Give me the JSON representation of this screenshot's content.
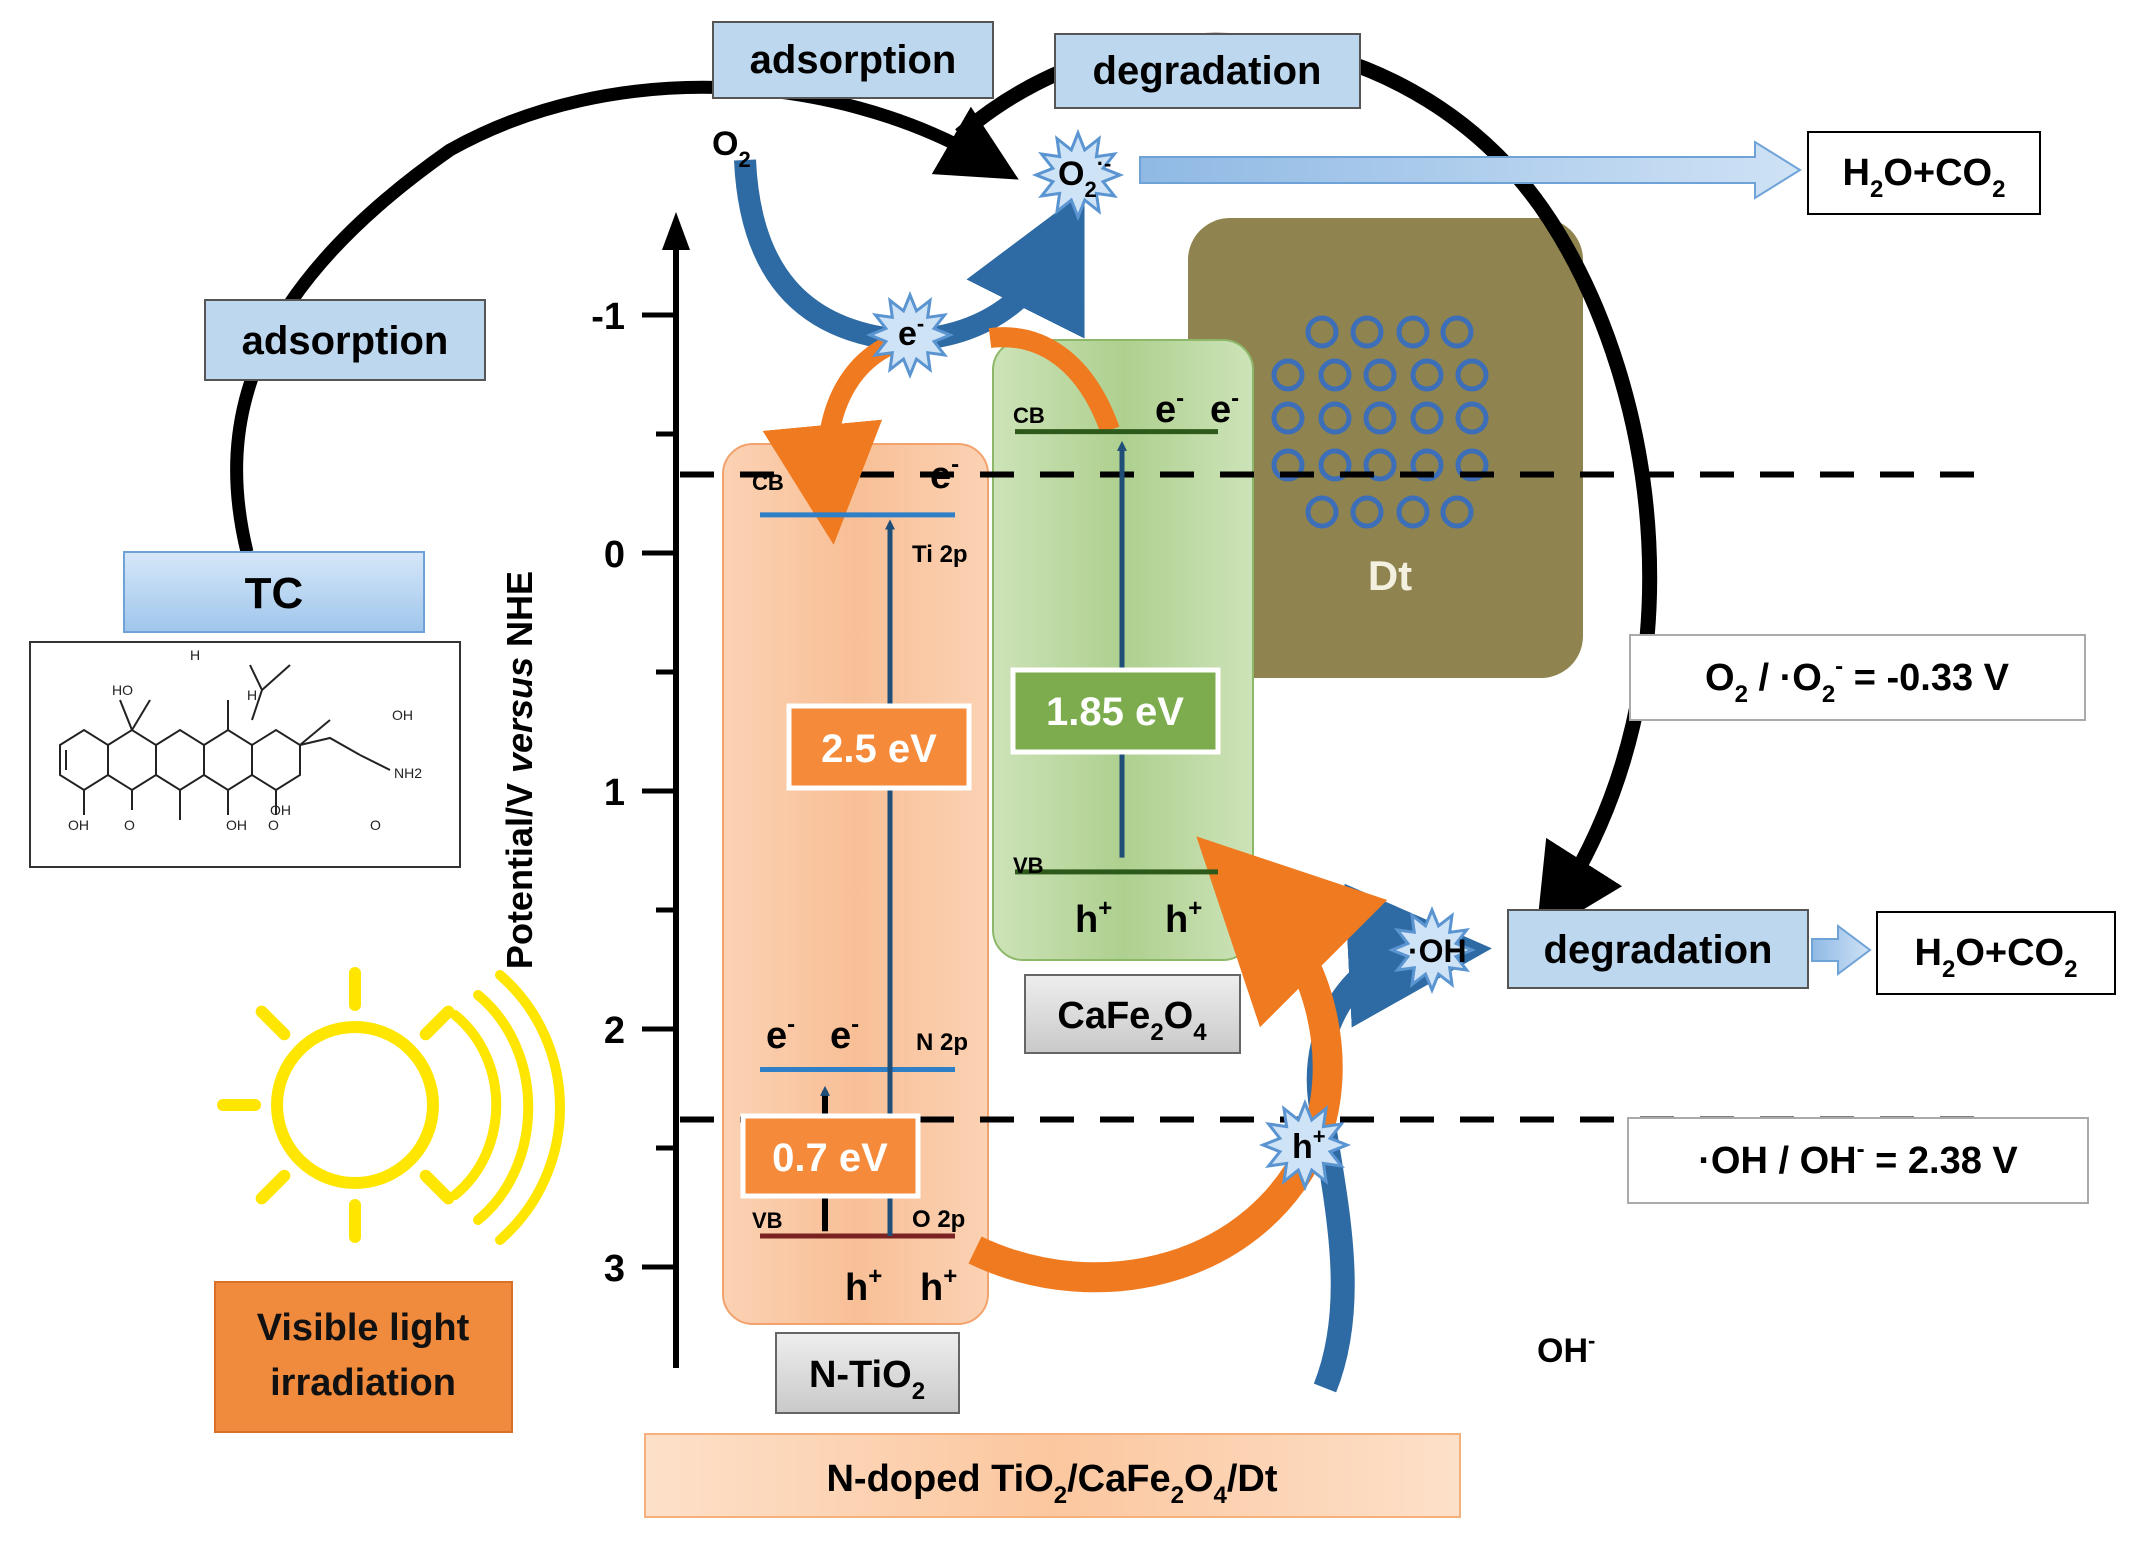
{
  "labels": {
    "adsorption_top": "adsorption",
    "degradation_top": "degradation",
    "adsorption_left": "adsorption",
    "tc": "TC",
    "o2": "O",
    "o2_sub": "2",
    "superoxide": "O",
    "superoxide_sub": "2",
    "superoxide_sup": "·-",
    "product_top": "H2O+CO2",
    "product_right": "H2O+CO2",
    "electron": "e",
    "electron_sup": "-",
    "hole": "h",
    "hole_sup": "+",
    "hydroxyl_radical": "·OH",
    "degradation_right": "degradation",
    "hydroxide": "OH",
    "hydroxide_sup": "-",
    "o2_potential": "O2 / ·O2- = -0.33 V",
    "oh_potential": "·OH / OH- = 2.38 V",
    "dt": "Dt",
    "cb": "CB",
    "vb": "VB",
    "ti2p": "Ti 2p",
    "n2p": "N 2p",
    "o2p": "O 2p",
    "gap_ntio2": "2.5 eV",
    "gap_n_level": "0.7 eV",
    "gap_cafe": "1.85 eV",
    "cafe_name": "CaFe2O4",
    "ntio2_name": "N-TiO2",
    "composite_name": "N-doped TiO2/CaFe2O4/Dt",
    "visible_light": "Visible light irradiation",
    "visible_light_line1": "Visible light",
    "visible_light_line2": "irradiation",
    "y_axis_label": "Potential/V versus NHE",
    "y_axis_prefix": "Potential/V ",
    "y_axis_italic": "versus",
    "y_axis_suffix": " NHE",
    "tc_oh1": "HO",
    "tc_oh2": "OH",
    "tc_oh3": "OH",
    "tc_oh4": "OH",
    "tc_oh5": "OH",
    "tc_nh2": "NH2",
    "tc_o1": "O",
    "tc_o2": "O",
    "tc_o3": "O",
    "tc_h1": "H",
    "tc_h2": "H"
  },
  "axis": {
    "ticks": [
      "-1",
      "0",
      "1",
      "2",
      "3"
    ],
    "tick_values": [
      -1,
      0,
      1,
      2,
      3
    ],
    "min": -1.6,
    "max": 3.5
  },
  "colors": {
    "label_box": "#bdd7ee",
    "tc_box": "#b4d3f0",
    "ntio2_fill": "#f8c3a0",
    "cafe_fill": "#b7d69e",
    "dt_fill": "#8f834f",
    "orange_arrow": "#f07a1f",
    "blue_arrow": "#2e6aa3",
    "sun": "#ffe600",
    "visible_box": "#f08a3c"
  }
}
